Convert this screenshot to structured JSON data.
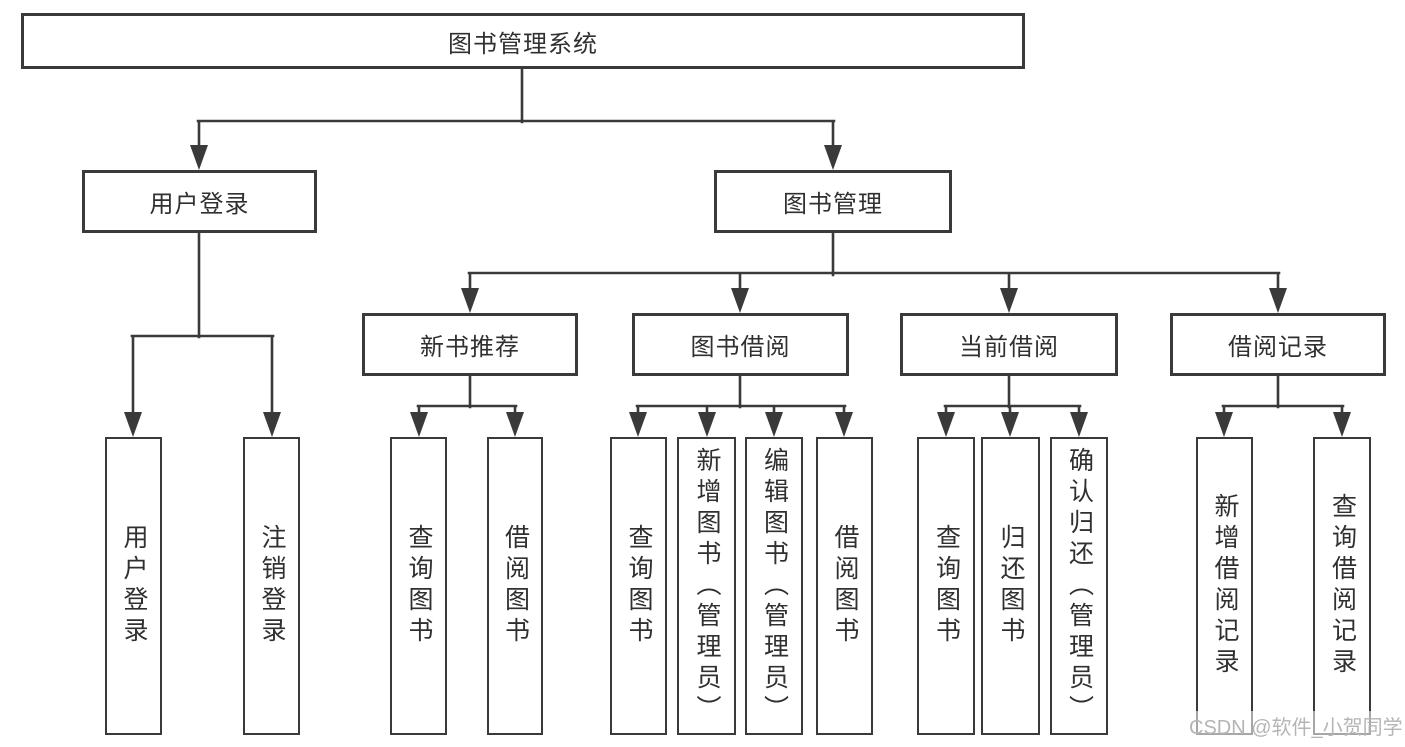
{
  "diagram": {
    "title": "图书管理系统",
    "line_color": "#3a3a3a",
    "text_color": "#303030",
    "background": "#ffffff",
    "branches": [
      {
        "label": "用户登录",
        "children": [
          {
            "label": "用户登录"
          },
          {
            "label": "注销登录"
          }
        ]
      },
      {
        "label": "图书管理",
        "children": [
          {
            "label": "新书推荐",
            "children": [
              {
                "label": "查询图书"
              },
              {
                "label": "借阅图书"
              }
            ]
          },
          {
            "label": "图书借阅",
            "children": [
              {
                "label": "查询图书"
              },
              {
                "label": "新增图书（管理员）"
              },
              {
                "label": "编辑图书（管理员）"
              },
              {
                "label": "借阅图书"
              }
            ]
          },
          {
            "label": "当前借阅",
            "children": [
              {
                "label": "查询图书"
              },
              {
                "label": "归还图书"
              },
              {
                "label": "确认归还（管理员）"
              }
            ]
          },
          {
            "label": "借阅记录",
            "children": [
              {
                "label": "新增借阅记录"
              },
              {
                "label": "查询借阅记录"
              }
            ]
          }
        ]
      }
    ]
  },
  "watermark": {
    "text": "CSDN @软件_小贺同学",
    "color": "#b5b5b5"
  }
}
